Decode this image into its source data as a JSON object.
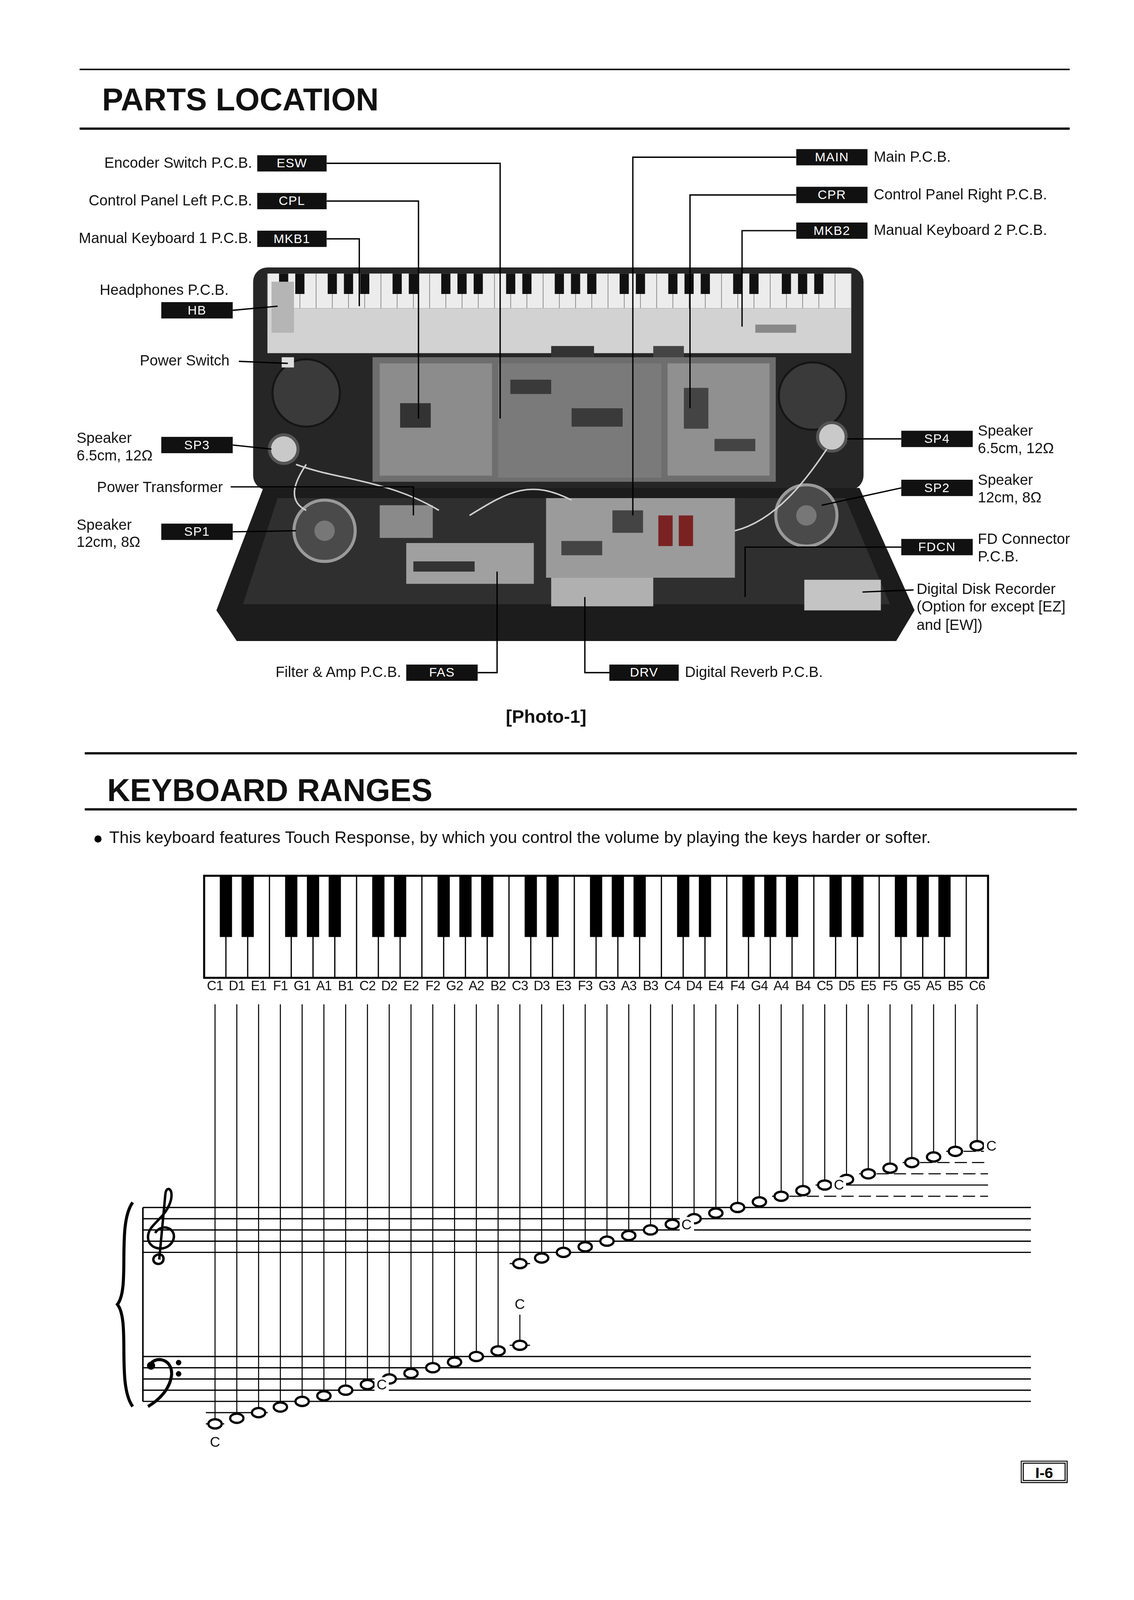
{
  "diagram": {
    "title": "PARTS LOCATION",
    "nodes": [
      {
        "text": [
          "Encoder Switch P.C.B.",
          "ESW"
        ]
      },
      {
        "text": [
          "Main P.C.B.",
          "MAIN"
        ]
      },
      {
        "text": [
          "Control Panel Left P.C.B.",
          "CPL"
        ]
      },
      {
        "text": [
          "Control Panel Right P.C.B.",
          "CPR"
        ]
      },
      {
        "text": [
          "Manual Keyboard 1 P.C.B.",
          "MKB1"
        ]
      },
      {
        "text": [
          "Manual Keyboard 2 P.C.B.",
          "MKB2"
        ]
      },
      {
        "text": [
          "Headphones P.C.B.",
          "HB"
        ]
      },
      {
        "text": [
          "Speaker 6.5cm, 12Ω",
          "SP3"
        ]
      },
      {
        "text": [
          "Speaker 6.5cm, 12Ω",
          "SP4"
        ]
      },
      {
        "text": [
          "Speaker 12cm, 8Ω",
          "SP2"
        ]
      },
      {
        "text": [
          "Speaker 12cm, 8Ω",
          "SP1"
        ]
      },
      {
        "text": [
          "FD Connector P.C.B.",
          "FDCN"
        ]
      },
      {
        "text": [
          "Filter & Amp P.C.B.",
          "FAS"
        ]
      },
      {
        "text": [
          "Digital Reverb P.C.B.",
          "DRV"
        ]
      },
      {
        "text": [
          "I-6"
        ]
      }
    ],
    "labels": [
      "Power Switch",
      "Power Transformer",
      "Digital Disk Recorder (Option for except [EZ] and [EW])",
      "[Photo-1]",
      "KEYBOARD RANGES",
      "This keyboard features Touch Response, by which you control the volume by playing the keys harder or softer.",
      "C1",
      "D1",
      "E1",
      "F1",
      "G1",
      "A1",
      "B1",
      "C2",
      "D2",
      "E2",
      "F2",
      "G2",
      "A2",
      "B2",
      "C3",
      "D3",
      "E3",
      "F3",
      "G3",
      "A3",
      "B3",
      "C4",
      "D4",
      "E4",
      "F4",
      "G4",
      "A4",
      "B4",
      "C5",
      "D5",
      "E5",
      "F5",
      "G5",
      "A5",
      "B5",
      "C6",
      "C",
      "C",
      "C",
      "C",
      "C",
      "C"
    ]
  }
}
